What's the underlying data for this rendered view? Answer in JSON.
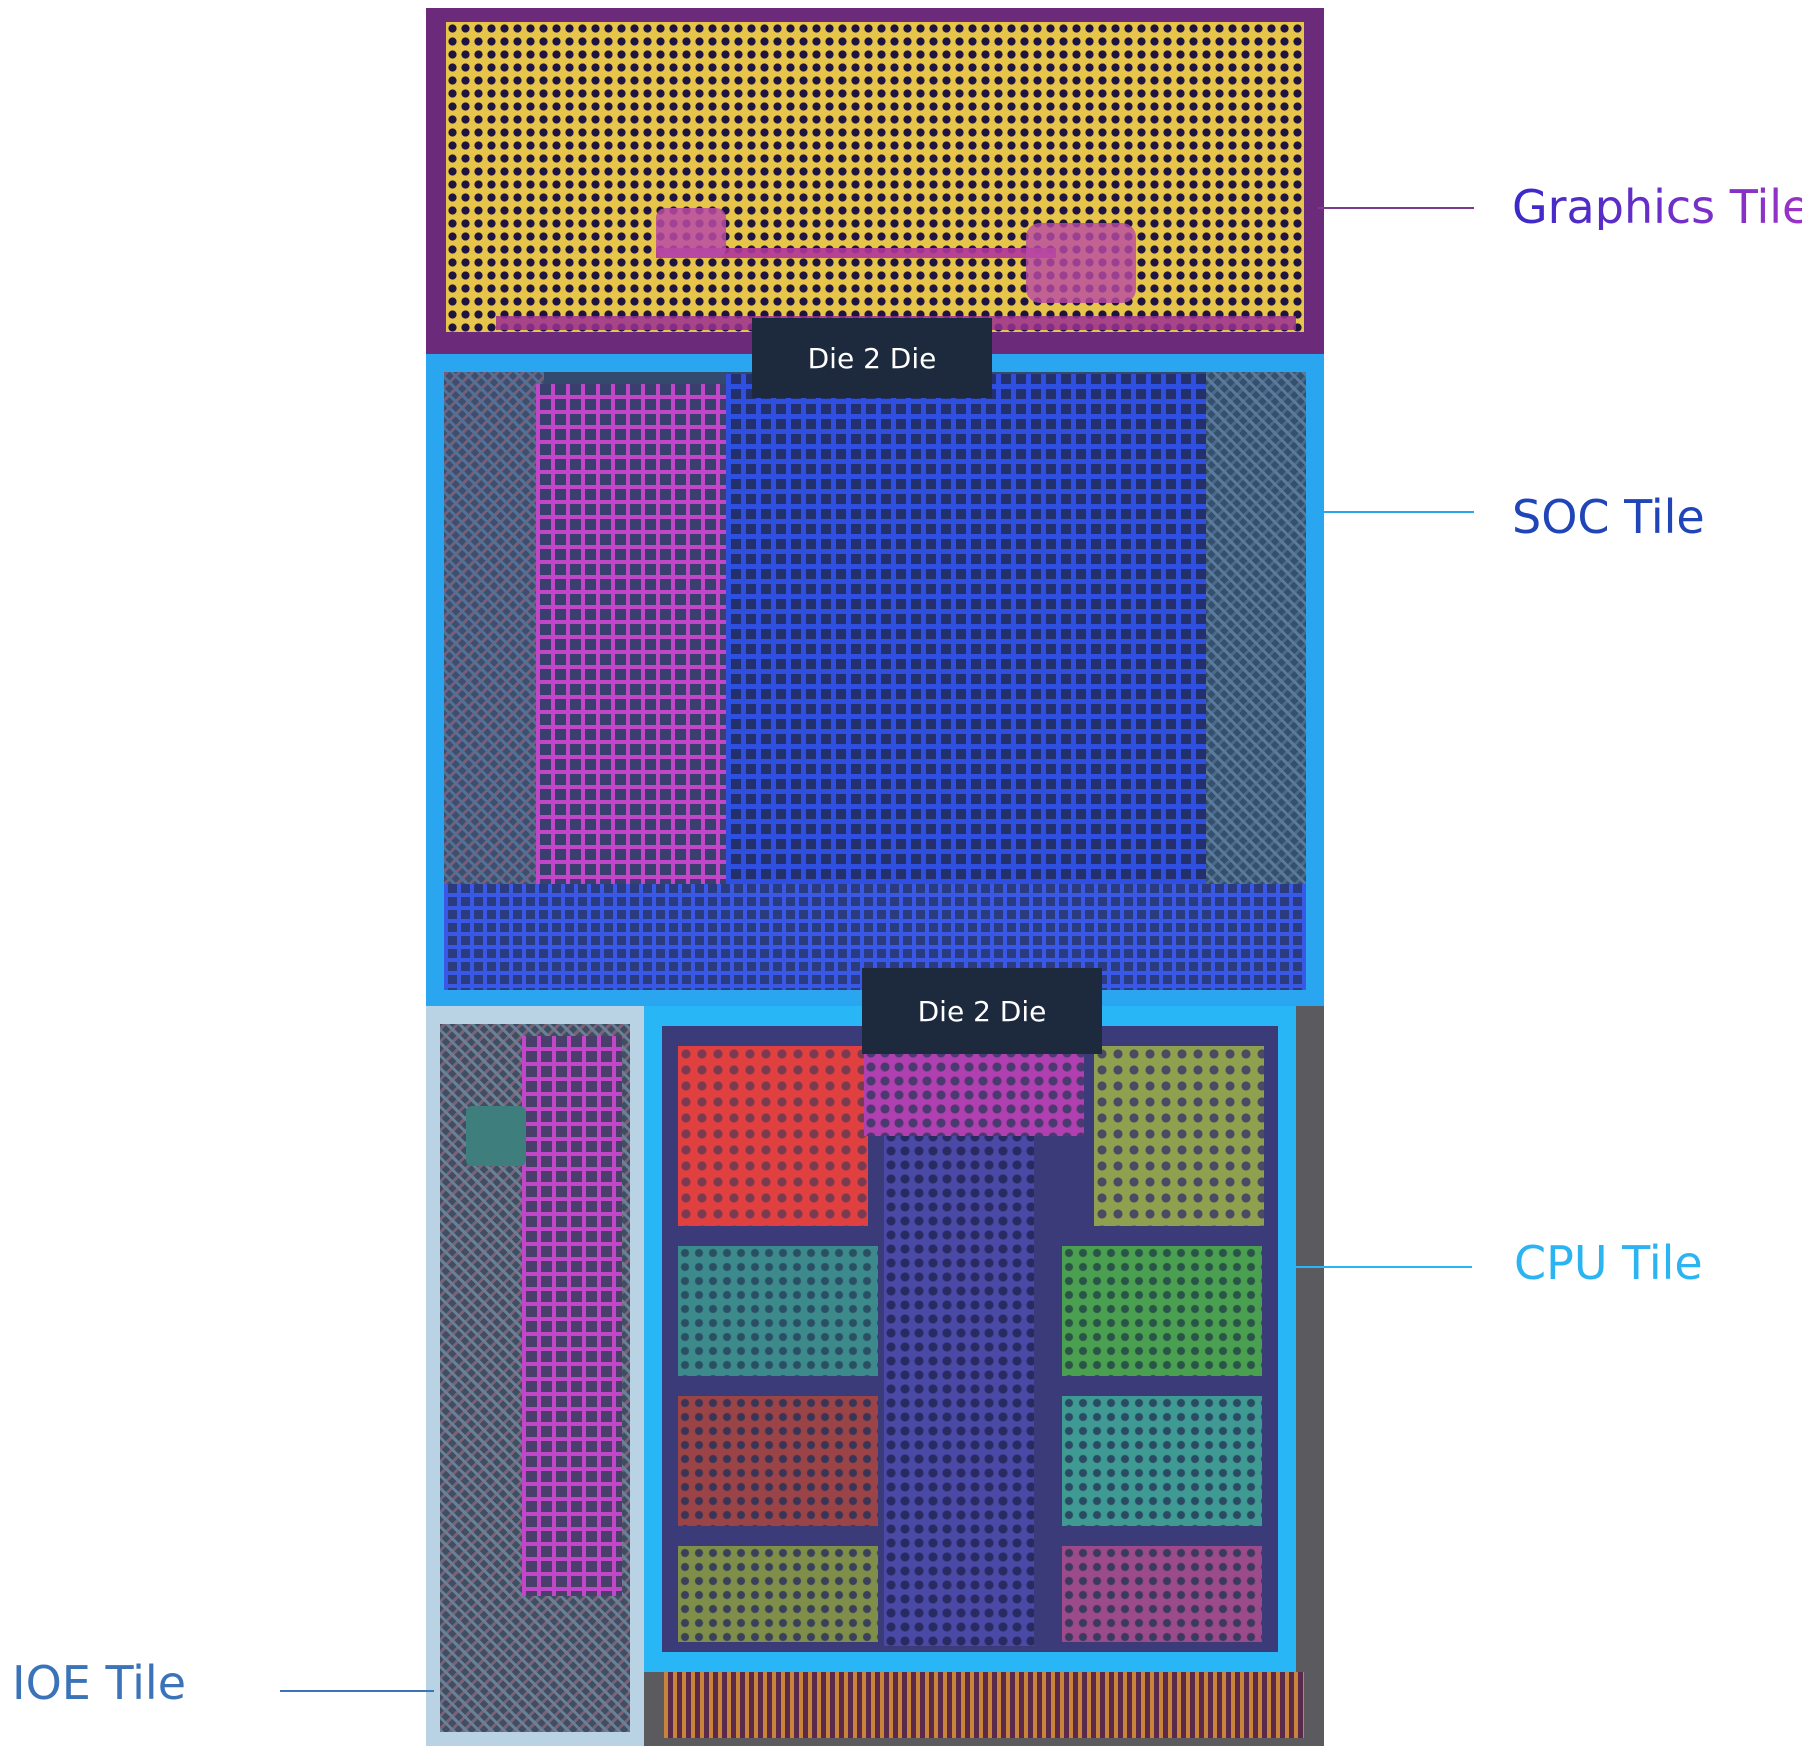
{
  "labels": {
    "graphics_tile": "Graphics Tile",
    "soc_tile": "SOC Tile",
    "cpu_tile": "CPU Tile",
    "ioe_tile": "IOE Tile",
    "die2die_top": "Die 2 Die",
    "die2die_bottom": "Die 2 Die"
  },
  "colors": {
    "graphics_label_start": "#3a2ac8",
    "graphics_label_end": "#9c33c8",
    "soc_label": "#1f45b8",
    "cpu_label": "#2bb3f2",
    "ioe_label": "#3a73b8",
    "graphics_border": "#6b2a7a",
    "soc_border": "#2aa6f0",
    "cpu_border": "#29b6f6",
    "ioe_border": "#b9d3e4",
    "die2die_bg": "#1d2a3d"
  }
}
